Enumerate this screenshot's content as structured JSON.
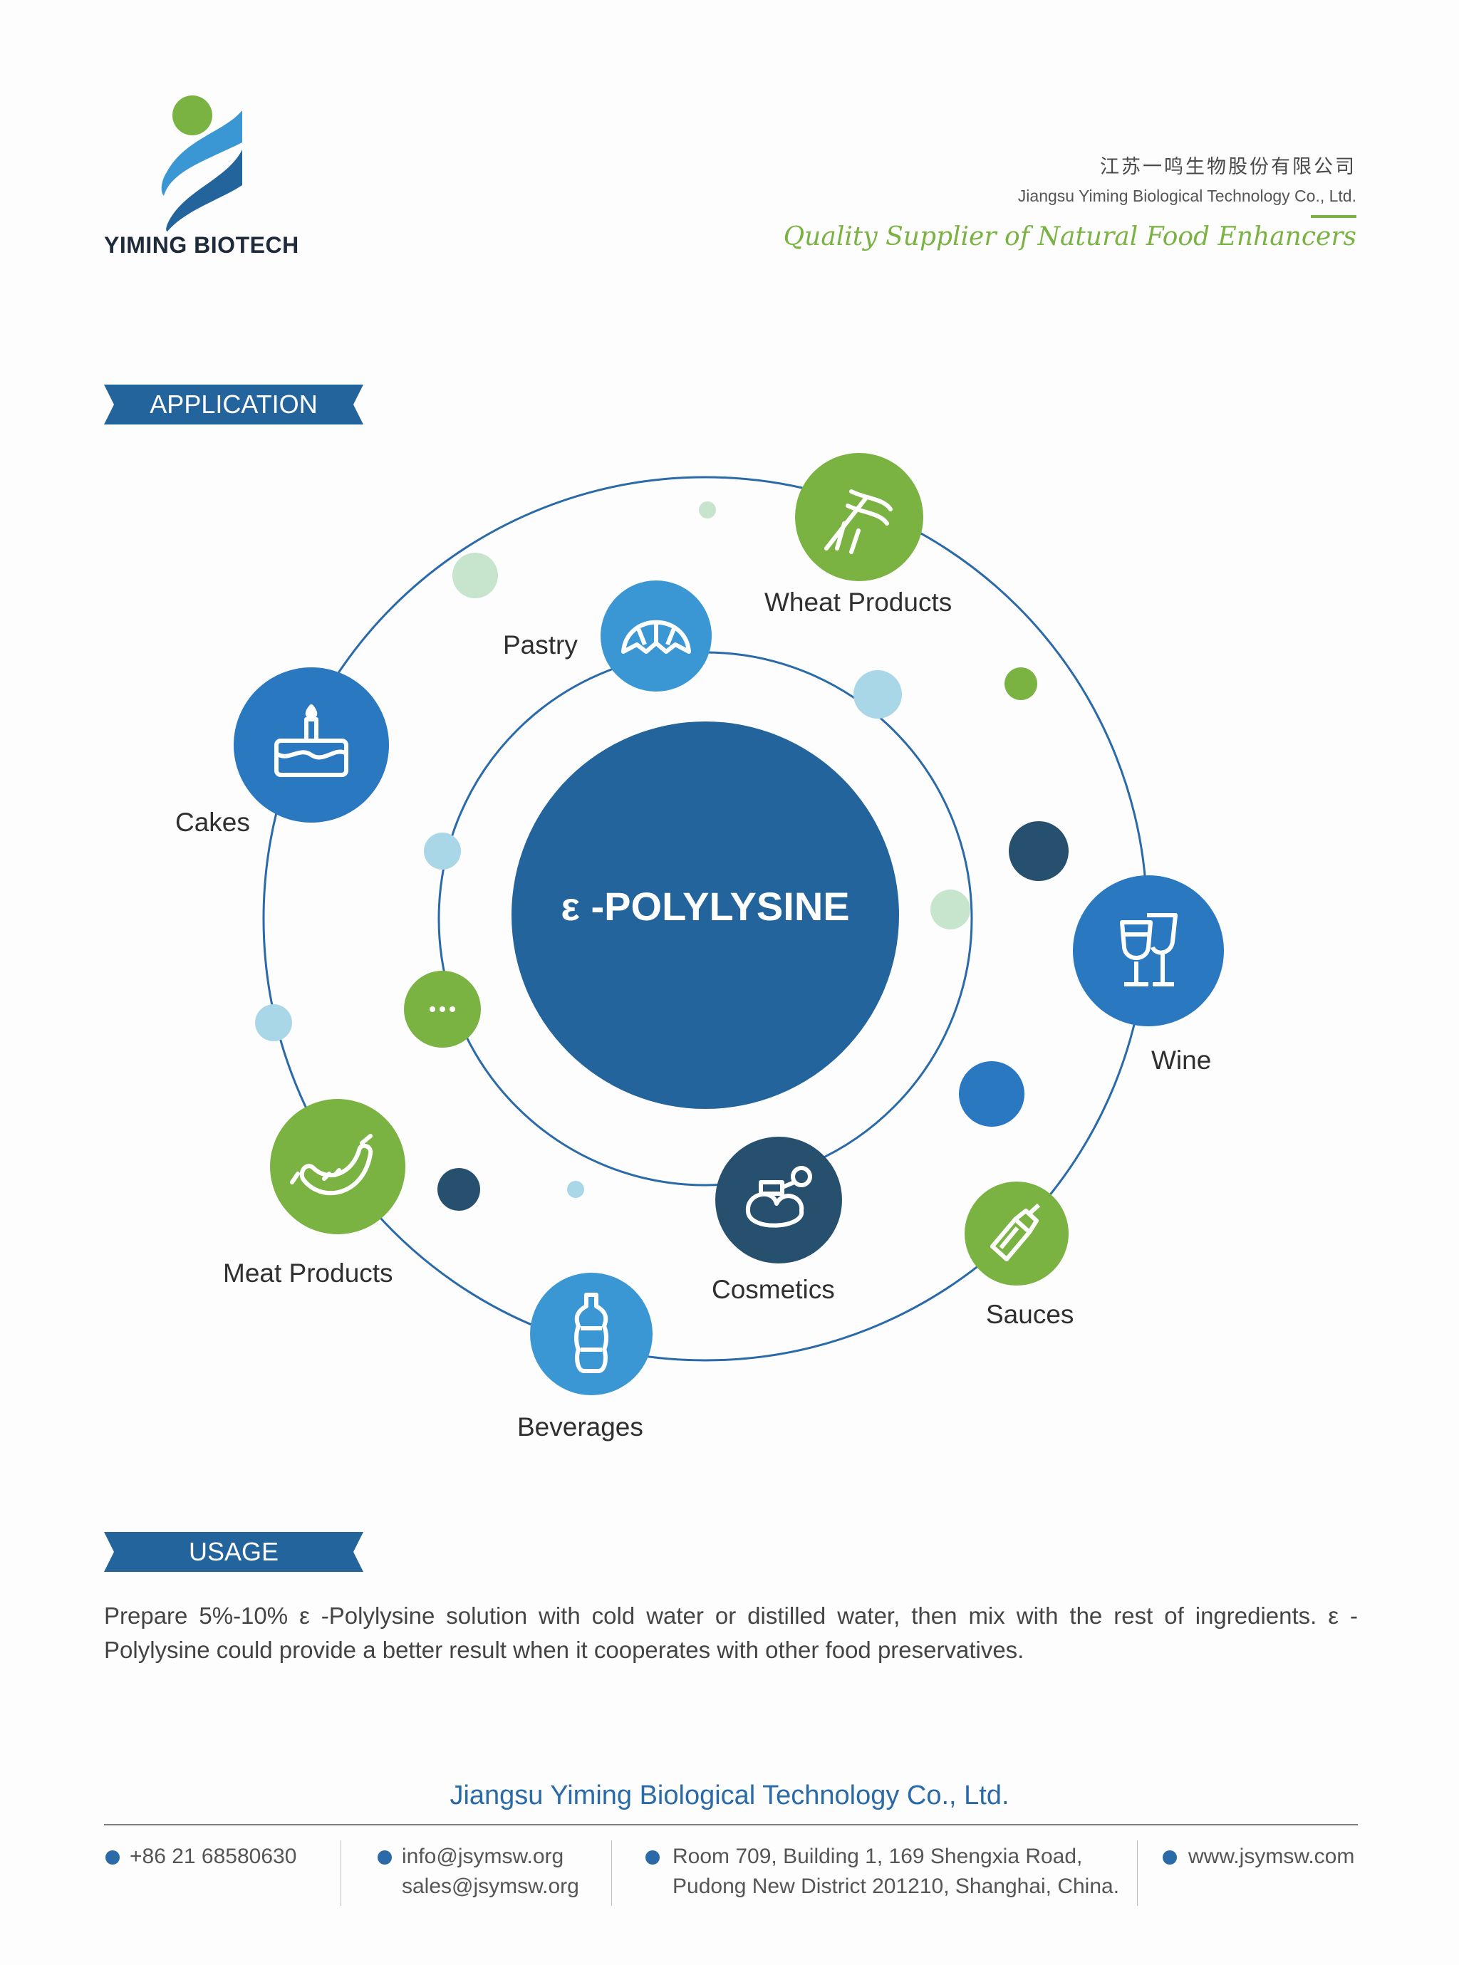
{
  "header": {
    "logo_text": "YIMING BIOTECH",
    "company_cn": "江苏一鸣生物股份有限公司",
    "company_en": "Jiangsu Yiming Biological Technology Co., Ltd.",
    "slogan": "Quality Supplier of Natural Food Enhancers"
  },
  "application": {
    "banner": "APPLICATION",
    "center": "ε -POLYLYSINE",
    "categories": [
      {
        "label": "Wheat Products",
        "icon": "wheat-icon",
        "color": "#7ab342"
      },
      {
        "label": "Pastry",
        "icon": "croissant-icon",
        "color": "#3b97d3"
      },
      {
        "label": "Cakes",
        "icon": "cake-icon",
        "color": "#2a78c0"
      },
      {
        "label": "Wine",
        "icon": "wine-glasses-icon",
        "color": "#2a78c0"
      },
      {
        "label": "Meat Products",
        "icon": "sausage-icon",
        "color": "#7ab342"
      },
      {
        "label": "Cosmetics",
        "icon": "perfume-icon",
        "color": "#27506f"
      },
      {
        "label": "Sauces",
        "icon": "sauce-bottle-icon",
        "color": "#7ab342"
      },
      {
        "label": "Beverages",
        "icon": "bottle-icon",
        "color": "#3b97d3"
      },
      {
        "label": "",
        "icon": "more-icon",
        "color": "#7ab342"
      }
    ]
  },
  "usage": {
    "banner": "USAGE",
    "text": "Prepare 5%-10%  ε -Polylysine solution with cold water or distilled water, then mix with the rest of ingredients.  ε -Polylysine could provide a better result when it cooperates with other food preservatives."
  },
  "footer": {
    "company": "Jiangsu Yiming Biological Technology Co., Ltd.",
    "phone": "+86 21 68580630",
    "email_1": "info@jsymsw.org",
    "email_2": "sales@jsymsw.org",
    "address_1": "Room 709, Building 1, 169 Shengxia Road,",
    "address_2": "Pudong New District 201210, Shanghai, China.",
    "website": "www.jsymsw.com"
  },
  "colors": {
    "brand_blue": "#2a6aa8",
    "center_blue": "#23649c",
    "green": "#7ab342",
    "light_blue": "#3b97d3",
    "navy": "#27506f"
  }
}
